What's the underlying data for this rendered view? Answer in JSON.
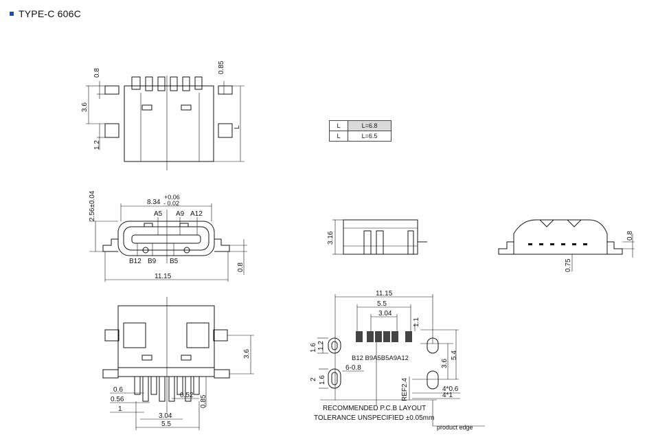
{
  "header": {
    "title": "TYPE-C 606C",
    "bullet_color": "#1f4fa8"
  },
  "length_table": [
    {
      "key": "L",
      "value": "L=6.8"
    },
    {
      "key": "L",
      "value": "L=6.5"
    }
  ],
  "dims": {
    "top_view": {
      "d08": "0.8",
      "d085": "0.85",
      "d36": "3.6",
      "d12": "1.2",
      "L": "L"
    },
    "front_view": {
      "width": "8.34",
      "tol_plus": "+0.06",
      "tol_minus": "- 0.02",
      "height": "2.56±0.04",
      "overall": "11.15",
      "d08": "0.8",
      "pins_top": [
        "A5",
        "A9",
        "A12"
      ],
      "pins_bottom": [
        "B12",
        "B9",
        "B5"
      ]
    },
    "side_view": {
      "height": "3.16"
    },
    "rear_view": {
      "d08": "0.8",
      "d075": "0.75"
    },
    "bottom_view": {
      "d06": "0.6",
      "d056": "0.56",
      "d1": "1",
      "d304": "3.04",
      "d55": "5.5",
      "d052": "0.52",
      "d085": "0.85",
      "d36": "3.6"
    },
    "pcb": {
      "overall": "11.15",
      "d55": "5.5",
      "d304": "3.04",
      "d11": "1.1",
      "d16a": "1.6",
      "d12": "1.2",
      "d2": "2",
      "d16b": "1.6",
      "d608": "6-0.8",
      "d36": "3.6",
      "d54": "5.4",
      "ref": "REF2.4",
      "d4x06": "4*0.6",
      "d4x1": "4*1",
      "pins": "B12 B9A5B5A9A12"
    }
  },
  "notes": {
    "layout": "RECOMMENDED  P.C.B LAYOUT",
    "tolerance": "TOLERANCE UNSPECIFIED ±0.05mm",
    "edge": "product edge"
  }
}
